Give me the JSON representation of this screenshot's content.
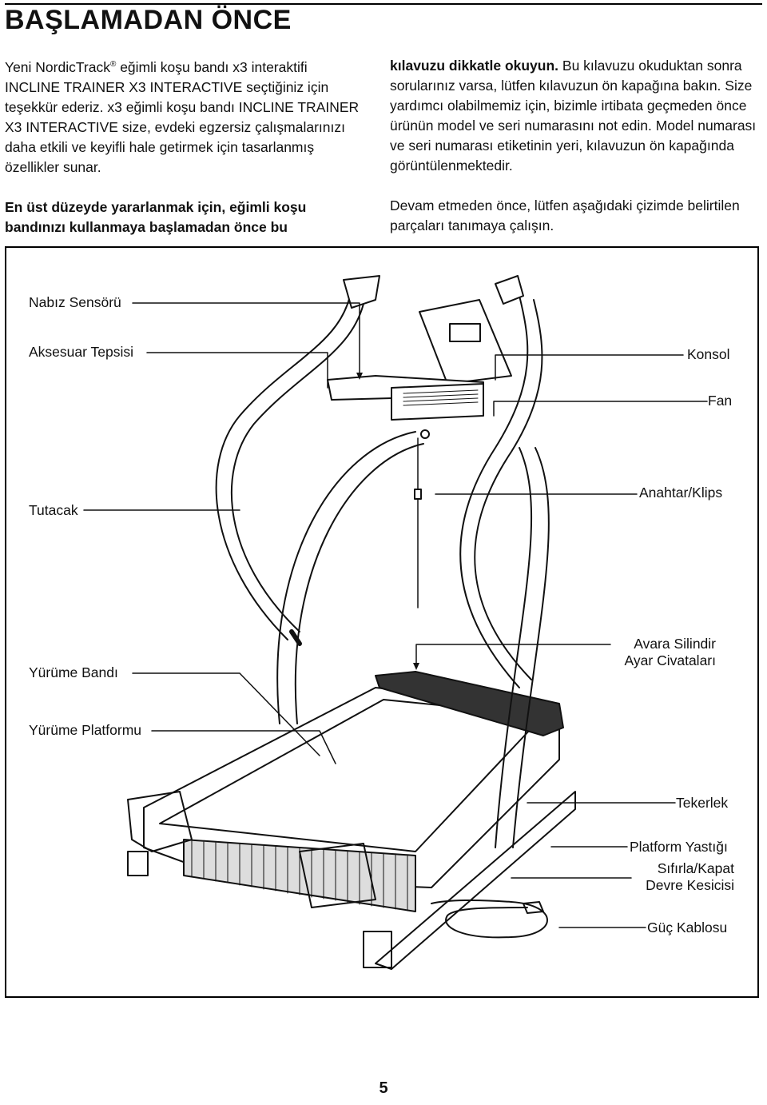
{
  "header": {
    "title": "BAŞLAMADAN ÖNCE"
  },
  "intro": {
    "p1": "Yeni NordicTrack",
    "p1_reg": "®",
    "p1_rest": " eğimli koşu bandı x3 interaktifi INCLINE TRAINER X3 INTERACTIVE seçtiğiniz için teşekkür ederiz. x3 eğimli koşu bandı INCLINE TRAINER X3 INTERACTIVE size, evdeki egzersiz çalışmalarınızı daha etkili ve keyifli hale getirmek için tasarlanmış özellikler sunar.",
    "p2_bold": "En üst düzeyde yararlanmak için, eğimli koşu bandınızı kullanmaya başlamadan önce bu",
    "p3_bold": "kılavuzu dikkatle okuyun.",
    "p3_rest": " Bu kılavuzu okuduktan sonra sorularınız varsa, lütfen kılavuzun ön kapağına bakın. Size yardımcı olabilmemiz için, bizimle irtibata geçmeden önce ürünün model ve seri numarasını not edin. Model numarası ve seri numarası etiketinin yeri, kılavuzun ön kapağında görüntülenmektedir.",
    "p4": "Devam etmeden önce, lütfen aşağıdaki çizimde belirtilen parçaları tanımaya çalışın."
  },
  "diagram": {
    "labels": {
      "pulse_sensor": "Nabız Sensörü",
      "accessory_tray": "Aksesuar Tepsisi",
      "console": "Konsol",
      "fan": "Fan",
      "handrail": "Tutacak",
      "key_clip": "Anahtar/Klips",
      "walking_belt": "Yürüme Bandı",
      "idler_roller_1": "Avara Silindir",
      "idler_roller_2": "Ayar Civataları",
      "walking_platform": "Yürüme Platformu",
      "wheel": "Tekerlek",
      "platform_cushion": "Platform Yastığı",
      "reset_1": "Sıfırla/Kapat",
      "reset_2": "Devre Kesicisi",
      "power_cord": "Güç Kablosu"
    }
  },
  "footer": {
    "page_number": "5"
  }
}
